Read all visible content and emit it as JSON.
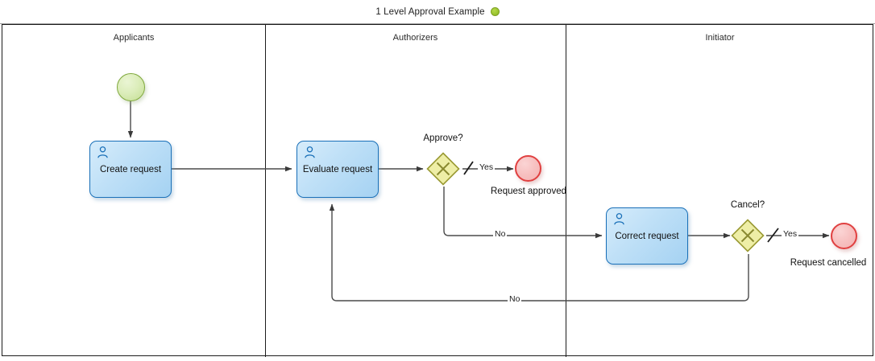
{
  "titlebar": {
    "title": "1 Level Approval Example",
    "status_dot_name": "status-dot-green",
    "status_dot_color": "#9ac42e"
  },
  "pool": {
    "lanes": [
      {
        "id": "applicants",
        "label": "Applicants"
      },
      {
        "id": "authorizers",
        "label": "Authorizers"
      },
      {
        "id": "initiator",
        "label": "Initiator"
      }
    ]
  },
  "nodes": {
    "start_event": {
      "label": "",
      "type": "start-event",
      "color": "#c3de92"
    },
    "create_request": {
      "label": "Create request",
      "type": "user-task",
      "lane": "Applicants"
    },
    "evaluate_request": {
      "label": "Evaluate request",
      "type": "user-task",
      "lane": "Authorizers"
    },
    "approve_gateway": {
      "label": "Approve?",
      "type": "exclusive-gateway",
      "lane": "Authorizers"
    },
    "request_approved": {
      "label": "Request approved",
      "type": "end-event",
      "lane": "Authorizers",
      "color": "#f4b2b2"
    },
    "correct_request": {
      "label": "Correct request",
      "type": "user-task",
      "lane": "Initiator"
    },
    "cancel_gateway": {
      "label": "Cancel?",
      "type": "exclusive-gateway",
      "lane": "Initiator"
    },
    "request_cancelled": {
      "label": "Request cancelled",
      "type": "end-event",
      "lane": "Initiator",
      "color": "#f4b2b2"
    }
  },
  "flows": {
    "approve_yes": "Yes",
    "approve_no": "No",
    "cancel_yes": "Yes",
    "cancel_no": "No"
  },
  "colors": {
    "task_border": "#1a70b8",
    "task_fill": "#bfe0f7",
    "gateway_border": "#9a9a33",
    "gateway_fill": "#efefa8",
    "end_border": "#e04040",
    "start_border": "#7fa83c",
    "connector": "#4a4a4a"
  }
}
